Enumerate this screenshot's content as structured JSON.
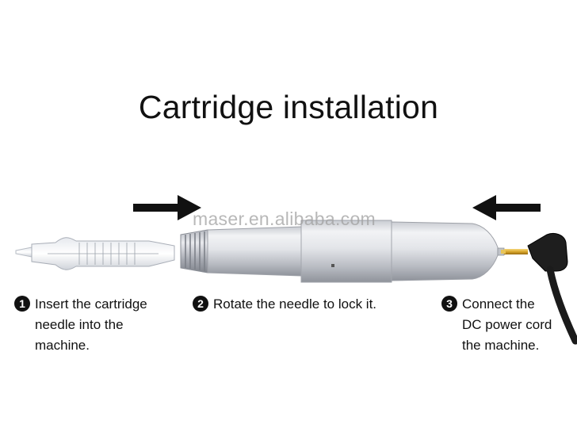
{
  "title": "Cartridge installation",
  "watermark": "maser.en.alibaba.com",
  "steps": [
    {
      "number": "1",
      "lines": [
        "Insert the  cartridge",
        "needle into the",
        "machine."
      ]
    },
    {
      "number": "2",
      "lines": [
        "Rotate the needle to lock it."
      ]
    },
    {
      "number": "3",
      "lines": [
        "Connect the",
        "DC power cord",
        "the machine."
      ]
    }
  ],
  "icons": {
    "arrow_right": "arrow-right-icon",
    "arrow_left": "arrow-left-icon"
  },
  "colors": {
    "text": "#111111",
    "arrow": "#111111",
    "metal_light": "#eeeff2",
    "metal_dark": "#9ea1a8",
    "plug_gold": "#d9a62b",
    "cable": "#1b1b1b"
  }
}
